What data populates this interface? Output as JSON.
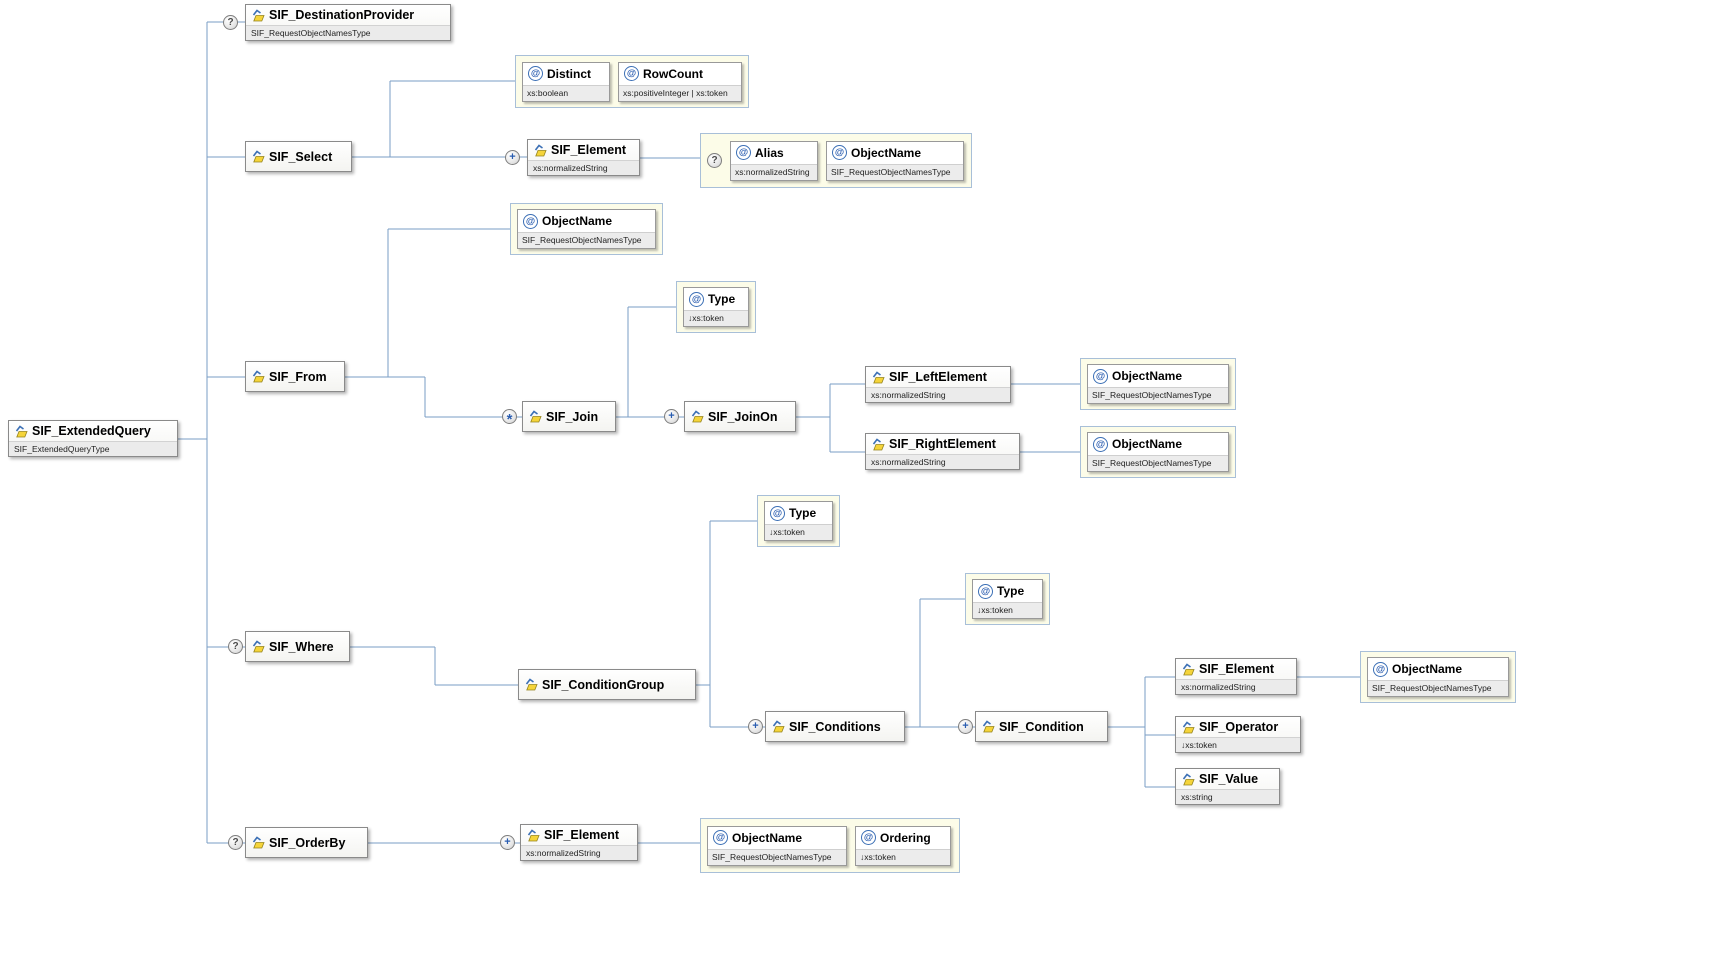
{
  "icons": {
    "attribute": "@"
  },
  "colors": {
    "connector": "#7a9dc4",
    "attribute_group_background": "#fcfce8",
    "attribute_group_border": "#a8bfd8",
    "element_icon_yellow": "#f5d43a",
    "element_icon_blue": "#3b6fb5"
  },
  "nodes": {
    "root": {
      "name": "SIF_ExtendedQuery",
      "type": "SIF_ExtendedQueryType"
    },
    "destinationProvider": {
      "name": "SIF_DestinationProvider",
      "type": "SIF_RequestObjectNamesType",
      "occ": "?"
    },
    "select": {
      "name": "SIF_Select"
    },
    "attrDistinct": {
      "name": "Distinct",
      "type": "xs:boolean"
    },
    "attrRowCount": {
      "name": "RowCount",
      "type": "xs:positiveInteger | xs:token"
    },
    "selectElement": {
      "name": "SIF_Element",
      "type": "xs:normalizedString",
      "occ": "+"
    },
    "attrAlias": {
      "name": "Alias",
      "type": "xs:normalizedString",
      "occ": "?"
    },
    "attrAliasObjectName": {
      "name": "ObjectName",
      "type": "SIF_RequestObjectNamesType"
    },
    "from": {
      "name": "SIF_From"
    },
    "attrFromObjectName": {
      "name": "ObjectName",
      "type": "SIF_RequestObjectNamesType"
    },
    "join": {
      "name": "SIF_Join",
      "occ": "*"
    },
    "attrJoinType": {
      "name": "Type",
      "type": "↓xs:token"
    },
    "joinOn": {
      "name": "SIF_JoinOn",
      "occ": "+"
    },
    "leftElement": {
      "name": "SIF_LeftElement",
      "type": "xs:normalizedString"
    },
    "attrLeftObjectName": {
      "name": "ObjectName",
      "type": "SIF_RequestObjectNamesType"
    },
    "rightElement": {
      "name": "SIF_RightElement",
      "type": "xs:normalizedString"
    },
    "attrRightObjectName": {
      "name": "ObjectName",
      "type": "SIF_RequestObjectNamesType"
    },
    "where": {
      "name": "SIF_Where",
      "occ": "?"
    },
    "conditionGroup": {
      "name": "SIF_ConditionGroup"
    },
    "attrConditionGroupType": {
      "name": "Type",
      "type": "↓xs:token"
    },
    "conditions": {
      "name": "SIF_Conditions",
      "occ": "+"
    },
    "attrConditionsType": {
      "name": "Type",
      "type": "↓xs:token"
    },
    "condition": {
      "name": "SIF_Condition",
      "occ": "+"
    },
    "conditionElement": {
      "name": "SIF_Element",
      "type": "xs:normalizedString"
    },
    "attrConditionObjectName": {
      "name": "ObjectName",
      "type": "SIF_RequestObjectNamesType"
    },
    "operator": {
      "name": "SIF_Operator",
      "type": "↓xs:token"
    },
    "value": {
      "name": "SIF_Value",
      "type": "xs:string"
    },
    "orderBy": {
      "name": "SIF_OrderBy",
      "occ": "?"
    },
    "orderByElement": {
      "name": "SIF_Element",
      "type": "xs:normalizedString",
      "occ": "+"
    },
    "attrOrderByObjectName": {
      "name": "ObjectName",
      "type": "SIF_RequestObjectNamesType"
    },
    "attrOrdering": {
      "name": "Ordering",
      "type": "↓xs:token"
    }
  }
}
